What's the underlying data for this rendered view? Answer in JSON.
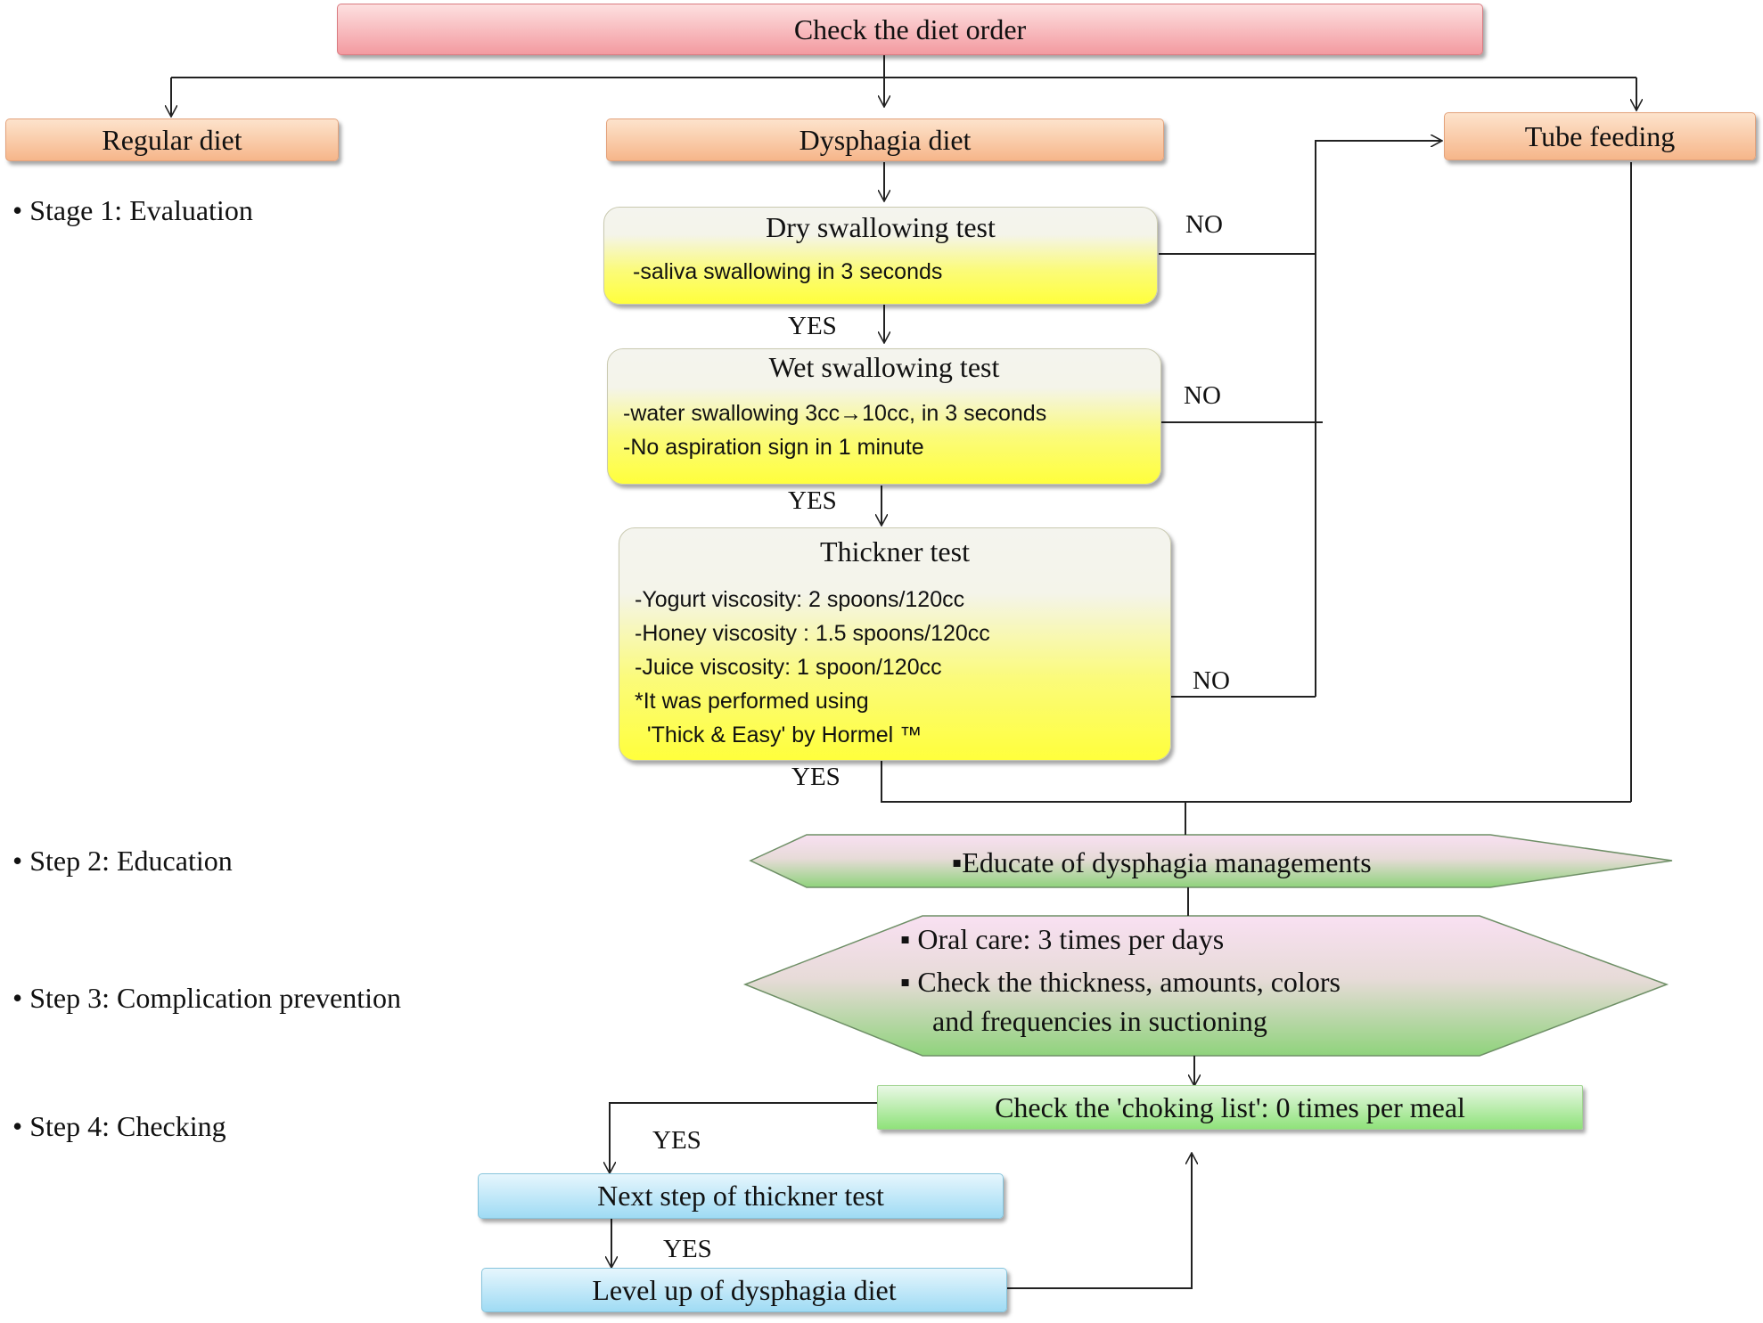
{
  "top": {
    "label": "Check  the diet order"
  },
  "branches": {
    "regular": "Regular  diet",
    "dysphagia": "Dysphagia  diet",
    "tube": "Tube  feeding"
  },
  "stages": {
    "stage1": "Stage 1: Evaluation",
    "step2": "Step 2: Education",
    "step3": "Step 3: Complication prevention",
    "step4": "Step 4: Checking"
  },
  "tests": {
    "dry": {
      "title": "Dry  swallowing  test",
      "lines": [
        "-saliva swallowing in 3 seconds"
      ]
    },
    "wet": {
      "title": "Wet swallowing  test",
      "lines": [
        "-water swallowing 3cc→10cc, in 3 seconds",
        "-No aspiration sign in 1 minute"
      ]
    },
    "thick": {
      "title": "Thickner  test",
      "lines": [
        "-Yogurt viscosity:  2 spoons/120cc",
        "-Honey viscosity :  1.5 spoons/120cc",
        "-Juice viscosity:  1 spoon/120cc",
        "*It was performed using",
        "  'Thick & Easy' by Hormel ™"
      ]
    }
  },
  "answers": {
    "yes": "YES",
    "no": "NO"
  },
  "education": "▪Educate  of dysphagia  managements",
  "prevention": {
    "line1": "▪ Oral  care: 3 times per days",
    "line2": "▪ Check  the thickness, amounts,  colors",
    "line3": "and  frequencies in suctioning"
  },
  "checking": "Check  the 'choking  list': 0 times per meal",
  "next_step": "Next step of thickner test",
  "level_up": "Level  up of dysphagia  diet",
  "colors": {
    "top_box": "#f39aa0",
    "branch_box": "#f6b68a",
    "test_box": "#ffff3c",
    "hexagon": "#a6d88f",
    "check_box": "#8fe27a",
    "step_box": "#9fdbf4"
  }
}
